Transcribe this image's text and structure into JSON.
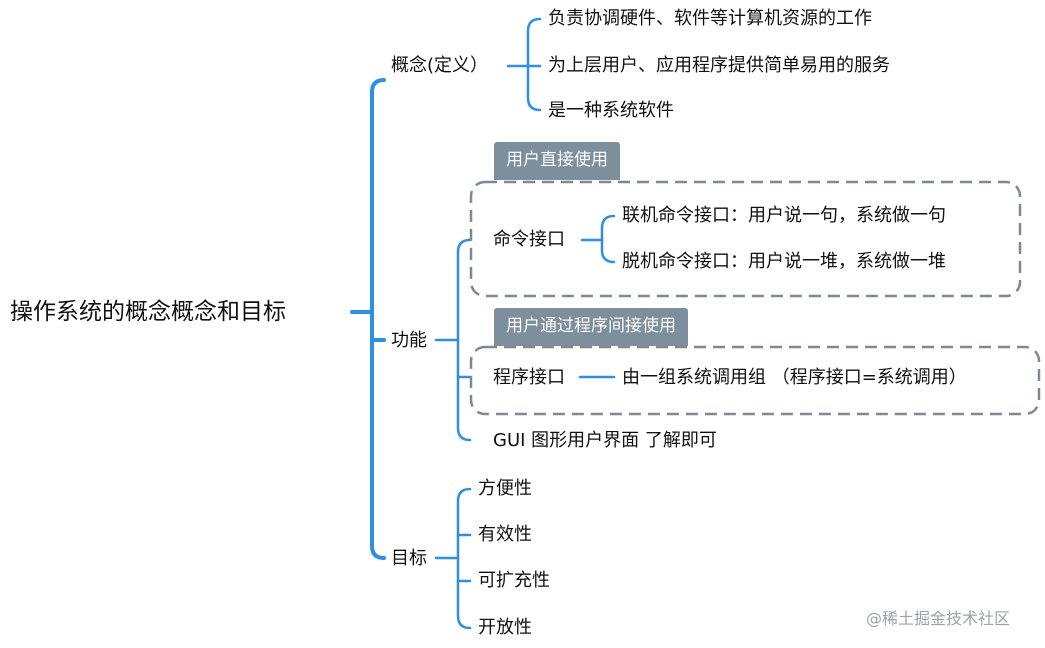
{
  "root": {
    "label": "操作系统的概念概念和目标"
  },
  "concept": {
    "label": "概念(定义）",
    "items": [
      "负责协调硬件、软件等计算机资源的工作",
      "为上层用户、应用程序提供简单易用的服务",
      "是一种系统软件"
    ]
  },
  "function": {
    "label": "功能",
    "group1": {
      "tag": "用户直接使用",
      "node": "命令接口",
      "items": [
        "联机命令接口：用户说一句，系统做一句",
        "脱机命令接口：用户说一堆，系统做一堆"
      ]
    },
    "group2": {
      "tag": "用户通过程序间接使用",
      "node": "程序接口",
      "item": "由一组系统调用组 （程序接口=系统调用）"
    },
    "gui": "GUI 图形用户界面 了解即可"
  },
  "goal": {
    "label": "目标",
    "items": [
      "方便性",
      "有效性",
      "可扩充性",
      "开放性"
    ]
  },
  "watermark": "@稀土掘金技术社区",
  "colors": {
    "branch": "#2f8fe0",
    "tag_bg": "#7d8e9c",
    "dash_border": "#7d8a95",
    "text": "#111111"
  }
}
